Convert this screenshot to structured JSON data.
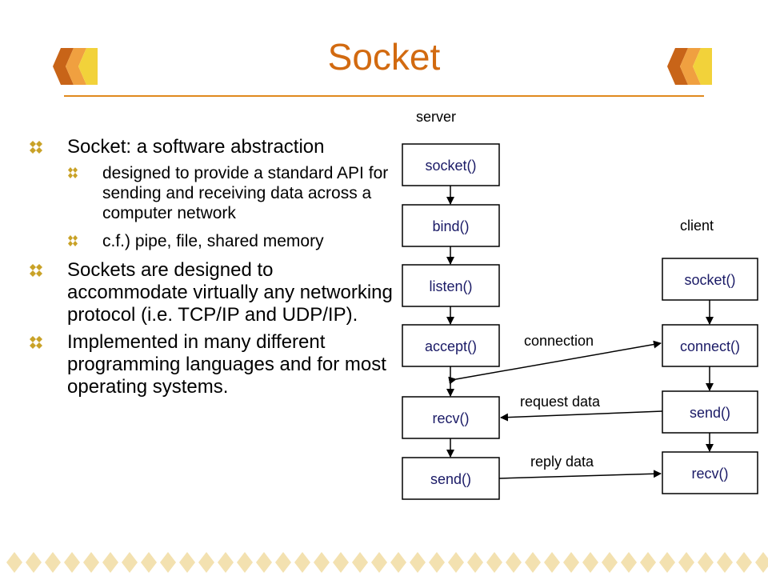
{
  "slide": {
    "title": "Socket",
    "bullets": [
      {
        "level": 1,
        "text": "Socket: a software abstraction"
      },
      {
        "level": 2,
        "text": "designed to provide a standard API for sending and receiving data across a computer network"
      },
      {
        "level": 2,
        "text": "c.f.) pipe, file, shared memory"
      },
      {
        "level": 1,
        "text": "Sockets are designed to accommodate virtually any networking protocol (i.e. TCP/IP and UDP/IP)."
      },
      {
        "level": 1,
        "text": "Implemented in many different programming languages and for most operating systems."
      }
    ]
  },
  "diagram": {
    "server_label": "server",
    "client_label": "client",
    "server_steps": [
      "socket()",
      "bind()",
      "listen()",
      "accept()",
      "recv()",
      "send()"
    ],
    "client_steps": [
      "socket()",
      "connect()",
      "send()",
      "recv()"
    ],
    "messages": [
      "connection",
      "request data",
      "reply data"
    ]
  },
  "colors": {
    "title": "#d26a10",
    "accent": "#e08a1e",
    "box_label": "#1a1a66",
    "bullet_marker": "#c9a227"
  }
}
